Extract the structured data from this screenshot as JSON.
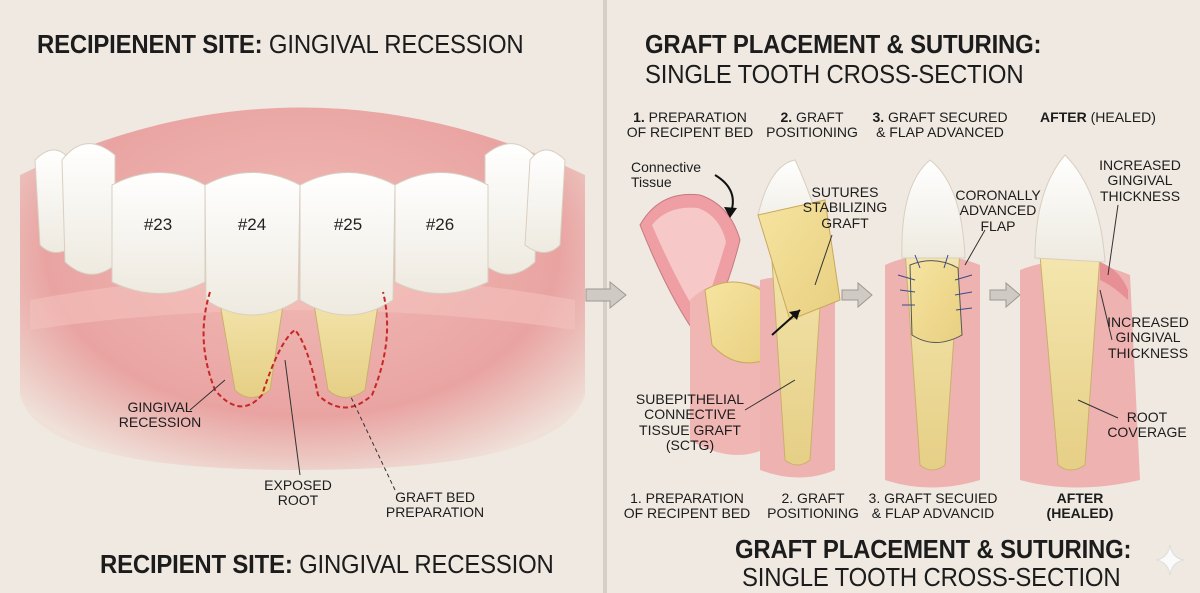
{
  "left_panel": {
    "top_title_bold": "RECIPIENENT SITE:",
    "top_title_rest": " GINGIVAL RECESSION",
    "bottom_title_bold": "RECIPIENT SITE:",
    "bottom_title_rest": " GINGIVAL RECESSION",
    "tooth_numbers": [
      "#23",
      "#24",
      "#25",
      "#26"
    ],
    "labels": {
      "recession": [
        "GINGIVAL",
        "RECESSION"
      ],
      "exposed_root": [
        "EXPOSED",
        "ROOT"
      ],
      "graft_bed": [
        "GRAFT BED",
        "PREPARATION"
      ]
    }
  },
  "right_panel": {
    "top_title_line1": "GRAFT PLACEMENT & SUTURING:",
    "top_title_line2": "SINGLE TOOTH CROSS-SECTION",
    "bottom_title_line1": "GRAFT PLACEMENT & SUTURING:",
    "bottom_title_line2": "SINGLE TOOTH CROSS-SECTION",
    "top_steps": [
      {
        "num": "1.",
        "line1": " PREPARATION",
        "line2": "OF RECIPENT BED"
      },
      {
        "num": "2.",
        "line1": " GRAFT",
        "line2": "POSITIONING"
      },
      {
        "num": "3.",
        "line1": " GRAFT SECURED",
        "line2": "& FLAP ADVANCED"
      },
      {
        "num": "AFTER",
        "line1": " (HEALED)",
        "line2": ""
      }
    ],
    "bottom_steps": [
      {
        "line1": "1. PREPARATION",
        "line2": "OF RECIPENT BED"
      },
      {
        "line1": "2. GRAFT",
        "line2": "POSITIONING"
      },
      {
        "line1": "3. GRAFT SECUIED",
        "line2": "& FLAP ADVANCID"
      },
      {
        "line1": "AFTER",
        "line2": "(HEALED)"
      }
    ],
    "labels": {
      "connective_tissue": [
        "Connective",
        "Tissue"
      ],
      "sutures": [
        "SUTURES",
        "STABILIZING",
        "GRAFT"
      ],
      "coronal_flap": [
        "CORONALLY",
        "ADVANCED",
        "FLAP"
      ],
      "sctg": [
        "SUBEPITHELIAL",
        "CONNECTIVE",
        "TISSUE GRAFT",
        "(SCTG)"
      ],
      "increased_top": [
        "INCREASED",
        "GINGIVAL",
        "THICKNESS"
      ],
      "increased_mid": [
        "INCREASED",
        "GINGIVAL",
        "THICKNESS"
      ],
      "root_coverage": [
        "ROOT",
        "COVERAGE"
      ]
    }
  },
  "colors": {
    "background": "#efe9e1",
    "gum": "#e8a3a2",
    "gum_light": "#f3c6c2",
    "enamel": "#fbfaf6",
    "root": "#efdc9a",
    "graft": "#f1dd8f",
    "bed_outline": "#c62828",
    "suture": "#3b4a8a"
  }
}
